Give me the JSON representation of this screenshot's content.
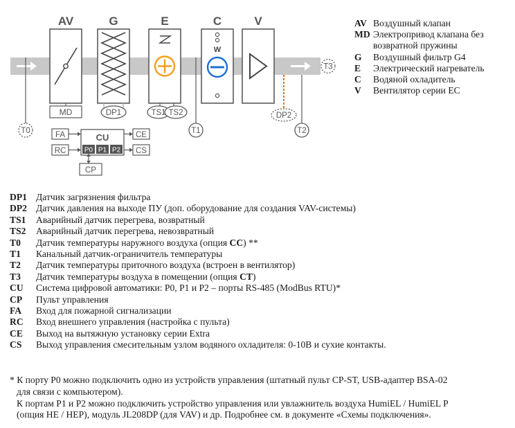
{
  "diagram": {
    "modules": [
      {
        "code": "AV"
      },
      {
        "code": "G"
      },
      {
        "code": "E"
      },
      {
        "code": "C"
      },
      {
        "code": "V"
      }
    ],
    "cooler_mark": "W",
    "labels": {
      "md": "MD",
      "dp1": "DP1",
      "ts1": "TS1",
      "ts2": "TS2",
      "t0": "T0",
      "t1": "T1",
      "t2": "T2",
      "t3": "T3",
      "dp2": "DP2",
      "fa": "FA",
      "rc": "RC",
      "cu": "CU",
      "ce": "CE",
      "cs": "CS",
      "cp": "CP",
      "p0": "P0",
      "p1": "P1",
      "p2": "P2"
    },
    "colors": {
      "duct": "#c8c8c8",
      "outline": "#5a5a5a",
      "heater": "#f0a020",
      "cooler": "#1f6fd0",
      "dp2_line": "#e07020",
      "port_fill": "#555555"
    }
  },
  "legend_top": [
    {
      "code": "AV",
      "desc": "Воздушный клапан"
    },
    {
      "code": "MD",
      "desc": "Электропривод клапана без возвратной пружины"
    },
    {
      "code": "G",
      "desc": "Воздушный фильтр G4"
    },
    {
      "code": "E",
      "desc": "Электрический нагреватель"
    },
    {
      "code": "C",
      "desc": "Водяной охладитель"
    },
    {
      "code": "V",
      "desc": "Вентилятор серии EC"
    }
  ],
  "legend_bottom": [
    {
      "code": "DP1",
      "pre": "Датчик загрязнения фильтра",
      "bold": "",
      "post": ""
    },
    {
      "code": "DP2",
      "pre": "Датчик давления на выходе ПУ (доп. оборудование для создания VAV-системы)",
      "bold": "",
      "post": ""
    },
    {
      "code": "TS1",
      "pre": "Аварийный датчик перегрева, возвратный",
      "bold": "",
      "post": ""
    },
    {
      "code": "TS2",
      "pre": "Аварийный датчик перегрева, невозвратный",
      "bold": "",
      "post": ""
    },
    {
      "code": "T0",
      "pre": "Датчик температуры наружного воздуха (опция ",
      "bold": "CC",
      "post": ") **"
    },
    {
      "code": "T1",
      "pre": "Канальный датчик-ограничитель температуры",
      "bold": "",
      "post": ""
    },
    {
      "code": "T2",
      "pre": "Датчик температуры приточного воздуха (встроен в вентилятор)",
      "bold": "",
      "post": ""
    },
    {
      "code": "T3",
      "pre": "Датчик температуры воздуха в помещении (опция ",
      "bold": "CT",
      "post": ")"
    },
    {
      "code": "CU",
      "pre": "Система цифровой автоматики: P0, P1 и P2 – порты RS-485 (ModBus RTU)*",
      "bold": "",
      "post": ""
    },
    {
      "code": "CP",
      "pre": "Пульт управления",
      "bold": "",
      "post": ""
    },
    {
      "code": "FA",
      "pre": "Вход для пожарной сигнализации",
      "bold": "",
      "post": ""
    },
    {
      "code": "RC",
      "pre": "Вход внешнего управления (настройка с пульта)",
      "bold": "",
      "post": ""
    },
    {
      "code": "CE",
      "pre": "Выход на вытяжную установку серии Extra",
      "bold": "",
      "post": ""
    },
    {
      "code": "CS",
      "pre": "Выход управления смесительным узлом водяного охладителя: 0-10В и сухие контакты.",
      "bold": "",
      "post": ""
    }
  ],
  "footnote": {
    "line1": "* К порту P0 можно подключить одно из устройств управления (штатный пульт CP-ST, USB-адаптер BSA-02",
    "line2": "для связи с компьютером).",
    "line3": "К портам P1 и P2 можно подключить устройство управления или увлажнитель воздуха HumiEL /  HumiEL P",
    "line4": "(опция HE / HEP), модуль JL208DP (для VAV) и др. Подробнее см. в документе «Схемы подключения»."
  }
}
